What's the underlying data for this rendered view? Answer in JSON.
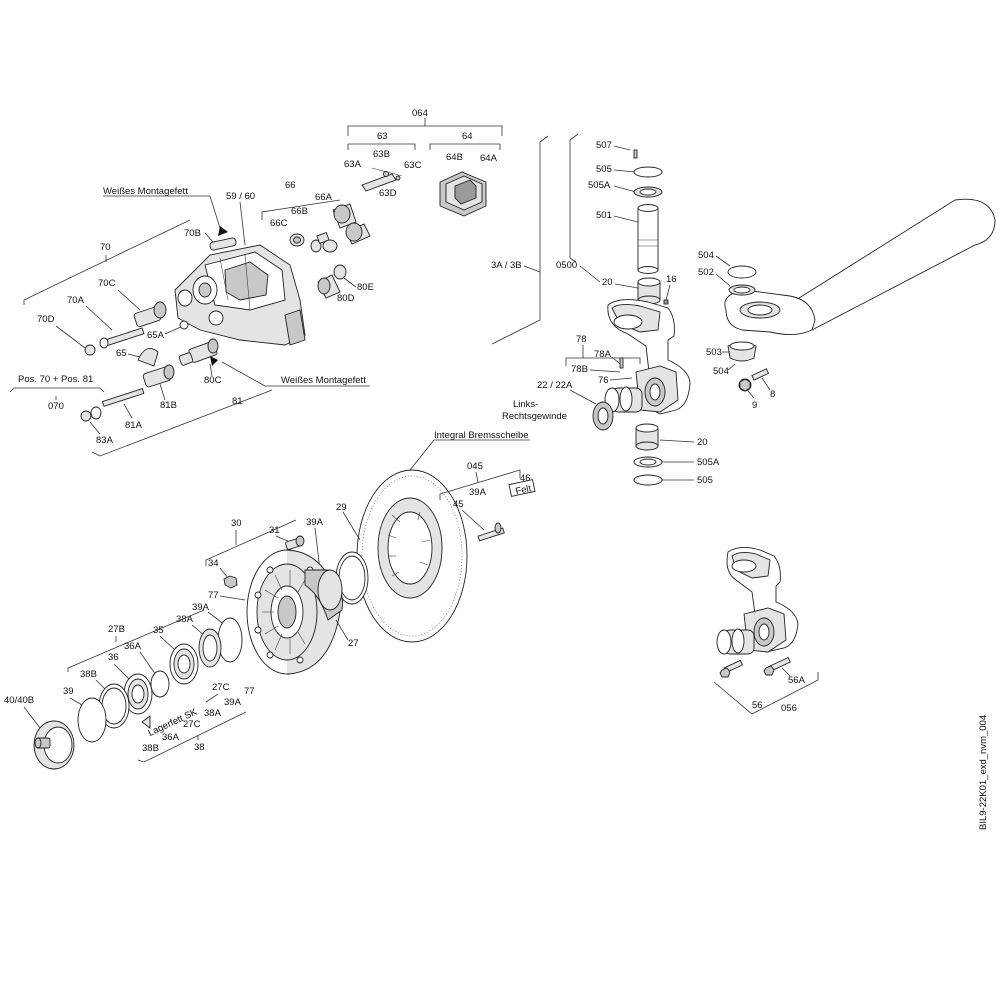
{
  "labels": {
    "l064": "064",
    "l63": "63",
    "l64": "64",
    "l63A": "63A",
    "l63B": "63B",
    "l63C": "63C",
    "l63D": "63D",
    "l64B": "64B",
    "l64A": "64A",
    "weisses1": "Weißes Montagefett",
    "l59_60": "59 / 60",
    "l66": "66",
    "l66B": "66B",
    "l66A": "66A",
    "l66C": "66C",
    "l70": "70",
    "l70B": "70B",
    "l70C": "70C",
    "l70A": "70A",
    "l70D": "70D",
    "l65A": "65A",
    "l65": "65",
    "l80E": "80E",
    "l80D": "80D",
    "l80C": "80C",
    "weisses2": "Weißes Montagefett",
    "pos70": "Pos. 70 + Pos. 81",
    "l070": "070",
    "l81B": "81B",
    "l81": "81",
    "l81A": "81A",
    "l83A": "83A",
    "l507": "507",
    "l505": "505",
    "l505A": "505A",
    "l501": "501",
    "l3A3B": "3A / 3B",
    "l0500": "0500",
    "l20": "20",
    "l16": "16",
    "l504": "504",
    "l502": "502",
    "l503": "503",
    "l504b": "504",
    "l8": "8",
    "l9": "9",
    "l78": "78",
    "l78A": "78A",
    "l78B": "78B",
    "l76": "76",
    "l22": "22 / 22A",
    "links1": "Links-",
    "links2": "Rechtsgewinde",
    "l20b": "20",
    "l505Ab": "505A",
    "l505b": "505",
    "integral": "Integral Bremsscheibe",
    "l045": "045",
    "l46": "46",
    "felt": "Felt",
    "l39A_top": "39A",
    "l45": "45",
    "l29": "29",
    "l30": "30",
    "l31": "31",
    "l39A_b": "39A",
    "l34": "34",
    "l77": "77",
    "l39A_c": "39A",
    "l38A": "38A",
    "l27B": "27B",
    "l35": "35",
    "l36A": "36A",
    "l36": "36",
    "l38B": "38B",
    "l27": "27",
    "l39": "39",
    "l40": "40/40B",
    "l27C": "27C",
    "lager": "Lagerfett SK",
    "l39A_d": "39A",
    "l77b": "77",
    "l38A_b": "38A",
    "l27C_b": "27C",
    "l36A_b": "36A",
    "l38B_b": "38B",
    "l38": "38",
    "l56A": "56A",
    "l56": "56",
    "l056": "056"
  },
  "document_id": "BIL9-22K01_exd_nvm_004"
}
